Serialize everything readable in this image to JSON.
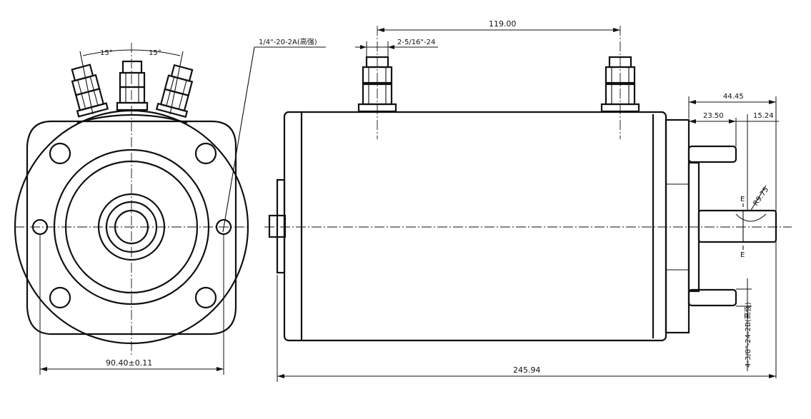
{
  "end_view": {
    "angle_left": "15°",
    "angle_right": "15°",
    "width_dim": "90.40±0.11"
  },
  "side_view": {
    "thread_note": "1/4\"-20-2A(高强)",
    "terminal_spacing": "119.00",
    "terminal_thread": "2-5/16\"-24",
    "dim_44_45": "44.45",
    "dim_23_50": "23.50",
    "dim_15_24": "15.24",
    "radius": "R9.75",
    "section_mark": "E",
    "stud_thread": "4-3/8\"-24-2B(高强)",
    "overall_length": "245.94"
  }
}
